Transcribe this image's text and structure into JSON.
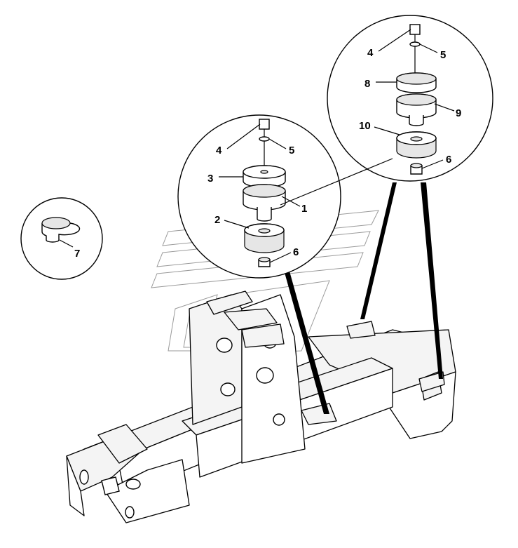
{
  "callouts": {
    "left_detail": [
      "1",
      "2",
      "3",
      "4",
      "5",
      "6"
    ],
    "right_detail": [
      "4",
      "5",
      "6",
      "8",
      "9",
      "10"
    ],
    "plug_detail": "7"
  },
  "colors": {
    "line": "#000000",
    "background": "#ffffff",
    "watermark": "#9a9a9a"
  }
}
